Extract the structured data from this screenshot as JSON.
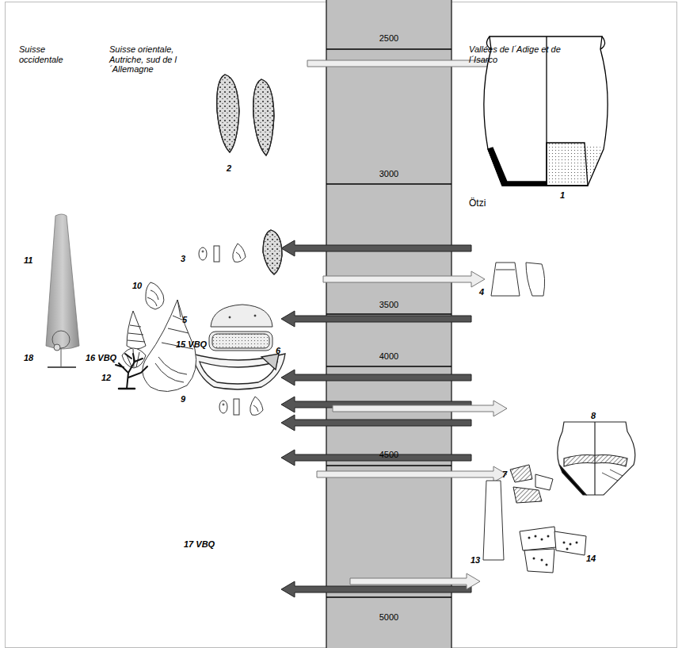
{
  "diagram": {
    "labels": [
      "Suisse occidentale",
      "Suisse orientale, Autriche, sud de l´Allemagne",
      "Vallées de l´Adige et de l´Isarco",
      "2500",
      "3000",
      "3500",
      "4000",
      "4500",
      "5000",
      "Ötzi",
      "1",
      "2",
      "3",
      "4",
      "5",
      "6",
      "7",
      "8",
      "9",
      "10",
      "11",
      "12",
      "13",
      "14",
      "15 VBQ",
      "16 VBQ",
      "17 VBQ",
      "18"
    ]
  }
}
